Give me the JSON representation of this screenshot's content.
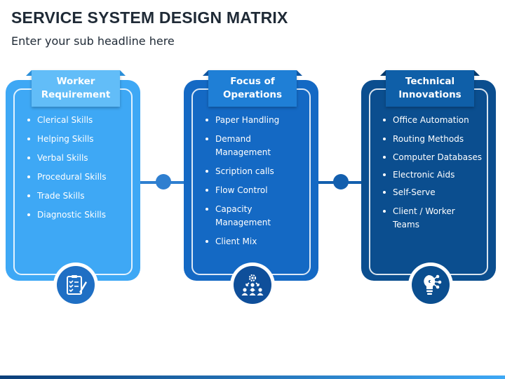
{
  "header": {
    "title": "SERVICE SYSTEM DESIGN MATRIX",
    "subtitle": "Enter your sub headline here"
  },
  "columns": [
    {
      "title": "Worker\nRequirement",
      "items": [
        "Clerical Skills",
        "Helping Skills",
        "Verbal Skills",
        "Procedural Skills",
        "Trade Skills",
        "Diagnostic Skills"
      ],
      "icon": "checklist-pen-icon",
      "color": "#3ea8f5",
      "tab_color": "#62bdf8",
      "icon_color": "#1f6fc4"
    },
    {
      "title": "Focus of\nOperations",
      "items": [
        "Paper Handling",
        "Demand\nManagement",
        "Scription calls",
        "Flow Control",
        "Capacity\nManagement",
        "Client Mix"
      ],
      "icon": "team-gear-icon",
      "color": "#1469c4",
      "tab_color": "#1f7fd6",
      "icon_color": "#0f4f9a"
    },
    {
      "title": "Technical\nInnovations",
      "items": [
        "Office Automation",
        "Routing Methods",
        "Computer Databases",
        "Electronic Aids",
        "Self-Serve",
        "Client / Worker\nTeams"
      ],
      "icon": "lightbulb-network-icon",
      "color": "#0b4e8f",
      "tab_color": "#0f5fa8",
      "icon_color": "#0b4e8f"
    }
  ],
  "connector_colors": [
    "#2f7fd0",
    "#135fae"
  ],
  "footer_colors": [
    "#0b3f7a",
    "#3ea8f5"
  ]
}
